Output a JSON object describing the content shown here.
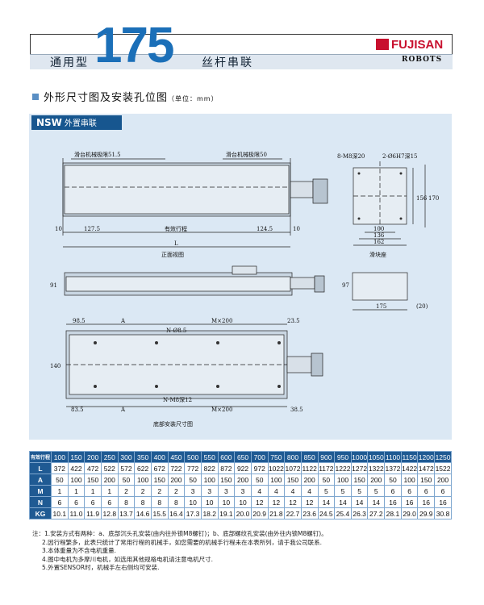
{
  "header": {
    "prefix": "通用型",
    "model": "175",
    "suffix": "丝杆串联",
    "brand": "FUJISAN",
    "brand_sub": "ROBOTS"
  },
  "section": {
    "title": "外形尺寸图及安装孔位图",
    "unit": "（单位：mm）",
    "tag_main": "NSW",
    "tag_sub": "外置串联"
  },
  "drawing": {
    "front_labels": {
      "limit_left": "滑台机械极限51.5",
      "limit_right": "滑台机械极限50",
      "dim_10_left": "10",
      "dim_127_5": "127.5",
      "stroke": "有效行程",
      "dim_124_5": "124.5",
      "dim_10_right": "10",
      "L": "L",
      "caption": "正面视图"
    },
    "side_labels": {
      "holes": "8-M8深20",
      "pins": "2-Ø6H7深15",
      "h156": "156",
      "h170": "170",
      "w100": "100",
      "w136": "136",
      "w162": "162",
      "caption": "滑块座"
    },
    "mid_labels": {
      "h91": "91",
      "h97": "97",
      "w175": "175",
      "w20": "(20)"
    },
    "bottom_labels": {
      "d98_5": "98.5",
      "A": "A",
      "M200": "M×200",
      "d23_5": "23.5",
      "hole": "N-Ø8.5",
      "h140": "140",
      "slot": "N-M8深12",
      "d83_5": "83.5",
      "A2": "A",
      "M200b": "M×200",
      "d38_5": "38.5",
      "caption": "底部安装尺寸图"
    }
  },
  "table": {
    "rows": [
      [
        "有效行程",
        "100",
        "150",
        "200",
        "250",
        "300",
        "350",
        "400",
        "450",
        "500",
        "550",
        "600",
        "650",
        "700",
        "750",
        "800",
        "850",
        "900",
        "950",
        "1000",
        "1050",
        "1100",
        "1150",
        "1200",
        "1250"
      ],
      [
        "L",
        "372",
        "422",
        "472",
        "522",
        "572",
        "622",
        "672",
        "722",
        "772",
        "822",
        "872",
        "922",
        "972",
        "1022",
        "1072",
        "1122",
        "1172",
        "1222",
        "1272",
        "1322",
        "1372",
        "1422",
        "1472",
        "1522"
      ],
      [
        "A",
        "50",
        "100",
        "150",
        "200",
        "50",
        "100",
        "150",
        "200",
        "50",
        "100",
        "150",
        "200",
        "50",
        "100",
        "150",
        "200",
        "50",
        "100",
        "150",
        "200",
        "50",
        "100",
        "150",
        "200"
      ],
      [
        "M",
        "1",
        "1",
        "1",
        "1",
        "2",
        "2",
        "2",
        "2",
        "3",
        "3",
        "3",
        "3",
        "4",
        "4",
        "4",
        "4",
        "5",
        "5",
        "5",
        "5",
        "6",
        "6",
        "6",
        "6"
      ],
      [
        "N",
        "6",
        "6",
        "6",
        "6",
        "8",
        "8",
        "8",
        "8",
        "10",
        "10",
        "10",
        "10",
        "12",
        "12",
        "12",
        "12",
        "14",
        "14",
        "14",
        "14",
        "16",
        "16",
        "16",
        "16"
      ],
      [
        "KG",
        "10.1",
        "11.0",
        "11.9",
        "12.8",
        "13.7",
        "14.6",
        "15.5",
        "16.4",
        "17.3",
        "18.2",
        "19.1",
        "20.0",
        "20.9",
        "21.8",
        "22.7",
        "23.6",
        "24.5",
        "25.4",
        "26.3",
        "27.2",
        "28.1",
        "29.0",
        "29.9",
        "30.8"
      ]
    ]
  },
  "notes": [
    "注：1.安装方式有两种：a、底部沉头孔安装(由内往外锁M8螺钉)；b、底部螺纹孔安装(由外往内锁M8螺钉)。",
    "2.因行程繁多，此表只统计了常用行程的机械手，如您需要的机械手行程未在本表所列，请于我公司联系.",
    "3.本体重量为不含电机重量.",
    "4.图中电机为多摩川电机，如选用其他规格电机请注意电机尺寸.",
    "5.外置SENSOR时，机械手左右侧均可安装."
  ]
}
